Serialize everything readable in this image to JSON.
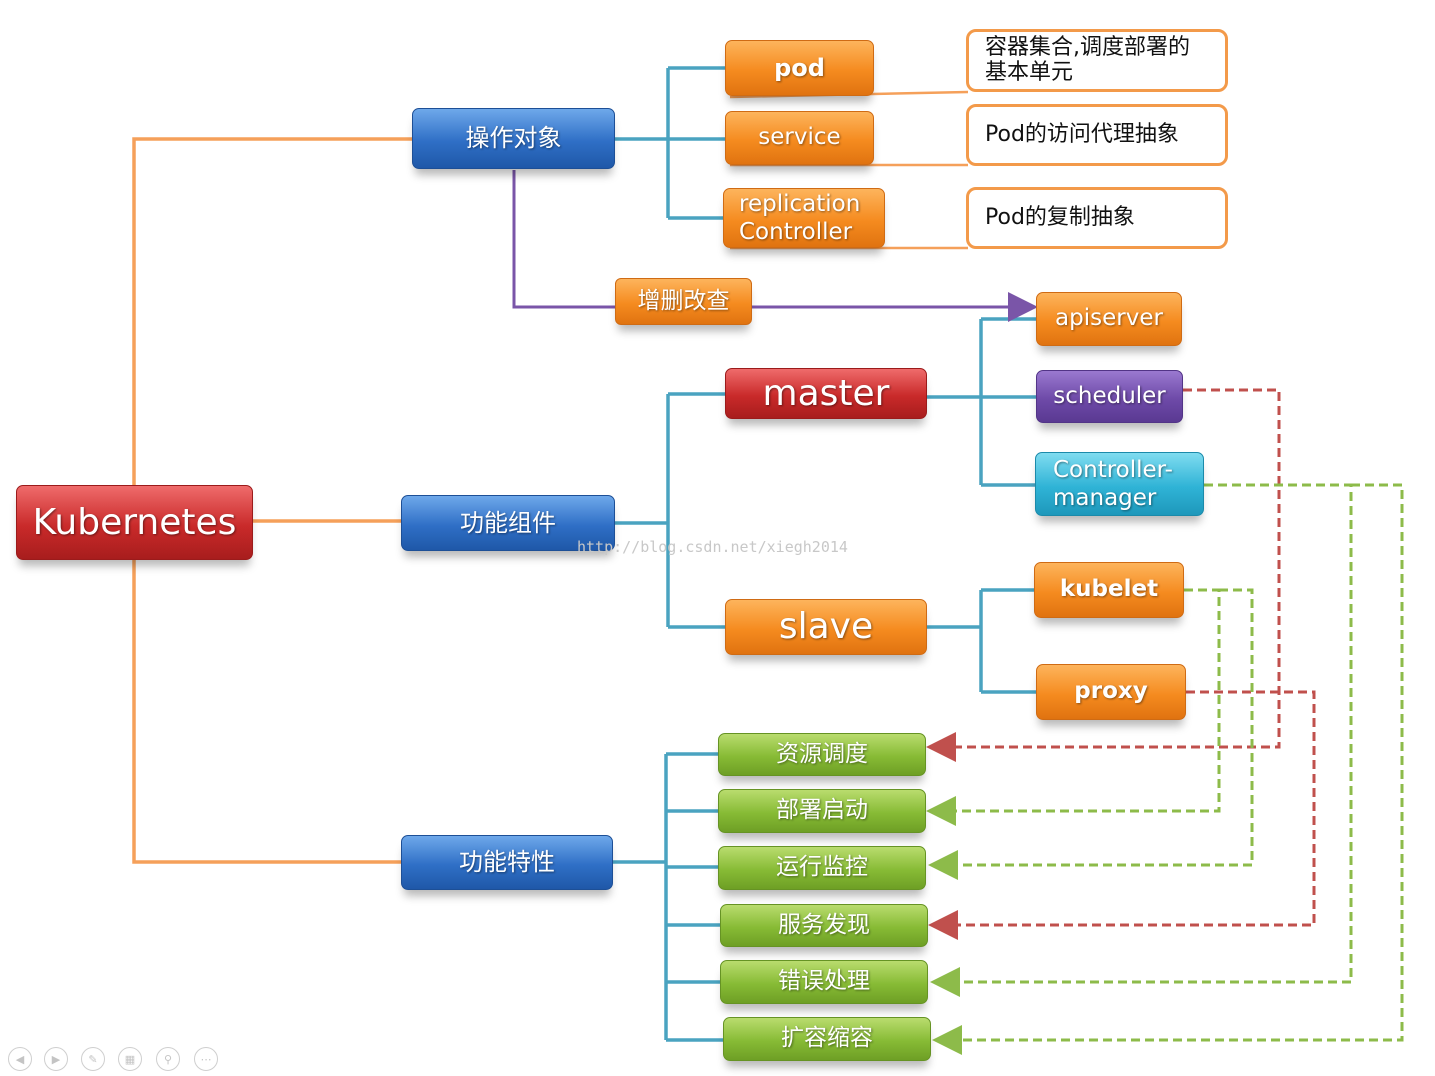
{
  "root": {
    "label": "Kubernetes",
    "color": "#c62828"
  },
  "categories": {
    "operation_objects": "操作对象",
    "function_components": "功能组件",
    "function_features": "功能特性"
  },
  "objects": {
    "pod": "pod",
    "service": "service",
    "replication_controller": "replication Controller"
  },
  "notes": {
    "pod": "容器集合,调度部署的基本单元",
    "service": "Pod的访问代理抽象",
    "replication_controller": "Pod的复制抽象"
  },
  "crud": "增删改查",
  "components": {
    "master": "master",
    "slave": "slave",
    "apiserver": "apiserver",
    "scheduler": "scheduler",
    "controller_manager": "Controller-manager",
    "kubelet": "kubelet",
    "proxy": "proxy"
  },
  "features": {
    "resource_scheduling": "资源调度",
    "deploy_start": "部署启动",
    "run_monitor": "运行监控",
    "service_discovery": "服务发现",
    "error_handling": "错误处理",
    "scaling": "扩容缩容"
  },
  "watermark": "http://blog.csdn.net/xiegh2014",
  "nav_icons": [
    "prev-icon",
    "next-icon",
    "pen-icon",
    "slides-icon",
    "zoom-icon",
    "more-icon"
  ],
  "colors": {
    "orange_line": "#f5a05a",
    "teal_line": "#4aa3c0",
    "purple_line": "#7a55a8",
    "red_dash": "#c0504d",
    "green_dash": "#8dbb4a"
  }
}
